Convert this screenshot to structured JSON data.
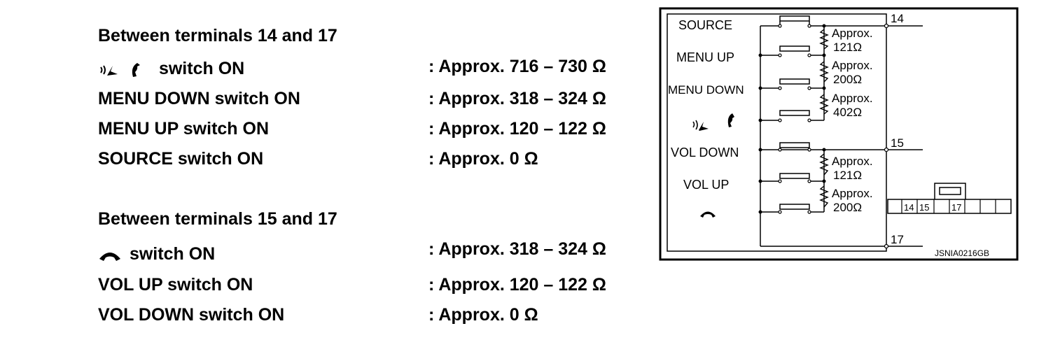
{
  "group1": {
    "heading": "Between terminals 14 and 17",
    "rows": [
      {
        "label": "switch ON",
        "value": ": Approx. 716 – 730 Ω"
      },
      {
        "label": "MENU DOWN switch ON",
        "value": ": Approx. 318 – 324 Ω"
      },
      {
        "label": "MENU UP switch ON",
        "value": ": Approx. 120 – 122 Ω"
      },
      {
        "label": "SOURCE switch ON",
        "value": ": Approx. 0 Ω"
      }
    ]
  },
  "group2": {
    "heading": "Between terminals 15 and 17",
    "rows": [
      {
        "label": "switch ON",
        "value": ": Approx. 318 – 324 Ω"
      },
      {
        "label": "VOL UP switch ON",
        "value": ": Approx. 120 – 122 Ω"
      },
      {
        "label": "VOL DOWN switch ON",
        "value": ": Approx. 0 Ω"
      }
    ]
  },
  "diagram": {
    "switches": [
      "SOURCE",
      "MENU UP",
      "MENU DOWN",
      "VOL DOWN",
      "VOL UP"
    ],
    "resistors": [
      {
        "word": "Approx.",
        "value": "121Ω"
      },
      {
        "word": "Approx.",
        "value": "200Ω"
      },
      {
        "word": "Approx.",
        "value": "402Ω"
      },
      {
        "word": "Approx.",
        "value": "121Ω"
      },
      {
        "word": "Approx.",
        "value": "200Ω"
      }
    ],
    "terminals": [
      "14",
      "15",
      "17"
    ],
    "connector_pins": [
      "14",
      "15",
      "17"
    ],
    "code": "JSNIA0216GB"
  },
  "icons": {
    "voice_phone": "voice-recognition-phone-icon",
    "phone_hangup": "phone-hangup-icon"
  }
}
